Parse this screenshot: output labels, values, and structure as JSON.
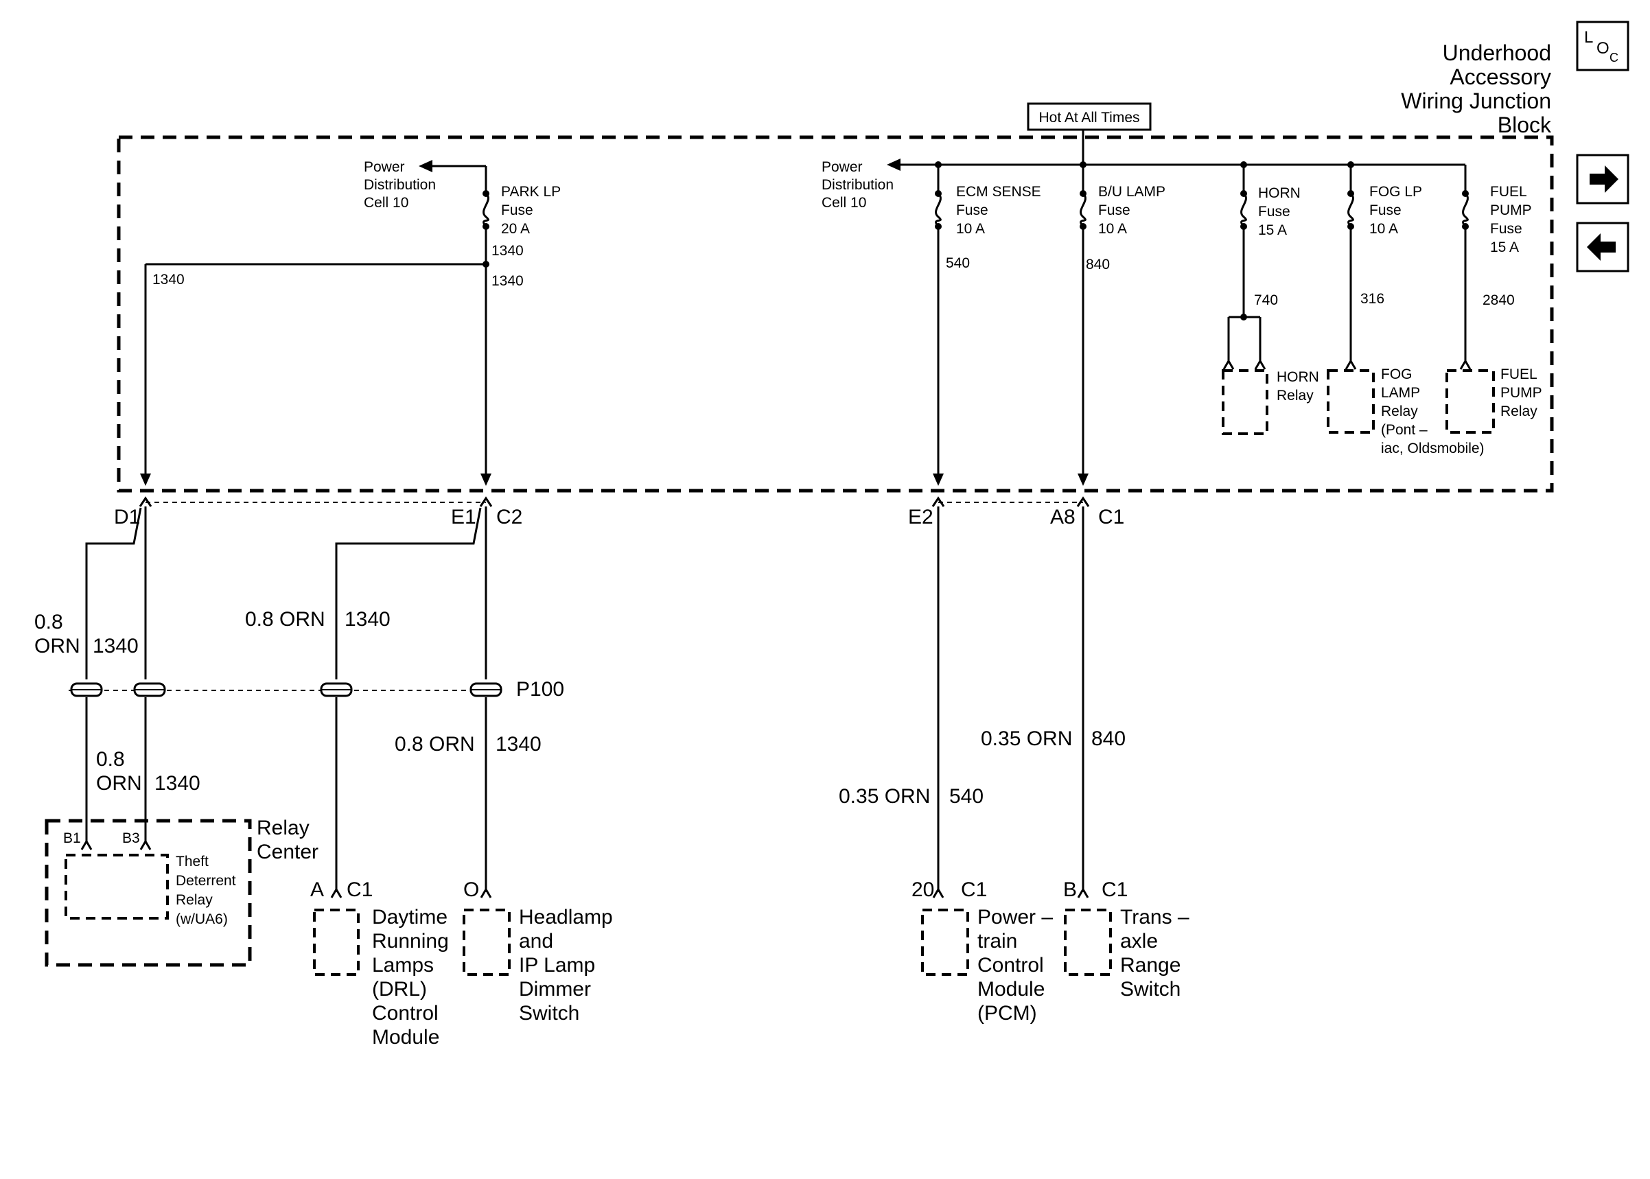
{
  "title": [
    "Underhood",
    "Accessory",
    "Wiring Junction",
    "Block"
  ],
  "loc_icon": {
    "top": "L",
    "bottom": "O",
    "sub": "C"
  },
  "nav": {
    "forward_icon": "right-arrow-icon",
    "back_icon": "left-arrow-icon"
  },
  "hot_at_all_times": "Hot At All Times",
  "power_dist_left": [
    "Power",
    "Distribution",
    "Cell 10"
  ],
  "power_dist_right": [
    "Power",
    "Distribution",
    "Cell 10"
  ],
  "fuses": {
    "park_lp": [
      "PARK LP",
      "Fuse",
      "20 A"
    ],
    "ecm_sense": [
      "ECM SENSE",
      "Fuse",
      "10 A"
    ],
    "bu_lamp": [
      "B/U LAMP",
      "Fuse",
      "10 A"
    ],
    "horn": [
      "HORN",
      "Fuse",
      "15 A"
    ],
    "fog_lp": [
      "FOG LP",
      "Fuse",
      "10 A"
    ],
    "fuel_pump": [
      "FUEL",
      "PUMP",
      "Fuse",
      "15 A"
    ]
  },
  "circuits": {
    "c1340": "1340",
    "c540": "540",
    "c840": "840",
    "c740": "740",
    "c316": "316",
    "c2840": "2840"
  },
  "relays": {
    "horn": [
      "HORN",
      "Relay"
    ],
    "fog": [
      "FOG",
      "LAMP",
      "Relay",
      "(Pont –",
      "iac, Oldsmobile)"
    ],
    "fuel": [
      "FUEL",
      "PUMP",
      "Relay"
    ]
  },
  "connectors": {
    "d1": "D1",
    "e1": "E1",
    "c2": "C2",
    "e2": "E2",
    "a8": "A8",
    "c1": "C1",
    "p100": "P100",
    "b1": "B1",
    "b3": "B3",
    "a": "A",
    "o": "O",
    "n20": "20",
    "b": "B"
  },
  "wires": {
    "w08_a": "0.8",
    "w08_a2": "ORN",
    "w08_orn": "0.8 ORN",
    "w08_b": "0.8",
    "w08_b2": "ORN",
    "w035_orn": "0.35 ORN"
  },
  "components": {
    "relay_center": [
      "Relay",
      "Center"
    ],
    "theft_relay": [
      "Theft",
      "Deterrent",
      "Relay",
      "(w/UA6)"
    ],
    "drl": [
      "Daytime",
      "Running",
      "Lamps",
      "(DRL)",
      "Control",
      "Module"
    ],
    "headlamp": [
      "Headlamp",
      "and",
      "IP Lamp",
      "Dimmer",
      "Switch"
    ],
    "pcm": [
      "Power –",
      "train",
      "Control",
      "Module",
      "(PCM)"
    ],
    "transaxle": [
      "Trans –",
      "axle",
      "Range",
      "Switch"
    ]
  }
}
